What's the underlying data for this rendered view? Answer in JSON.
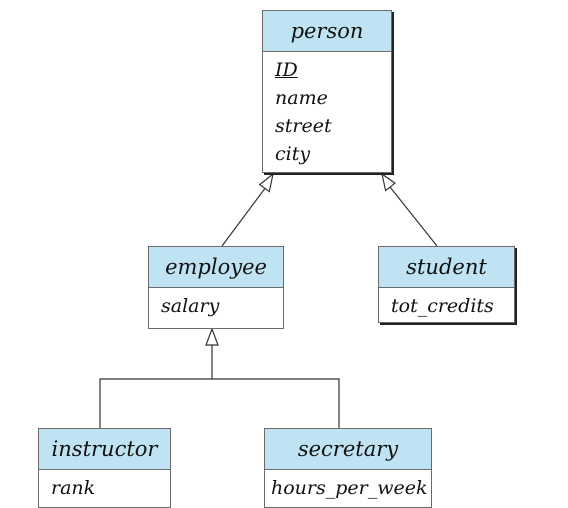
{
  "entities": {
    "person": {
      "name": "person",
      "attributes": [
        "ID",
        "name",
        "street",
        "city"
      ],
      "primary_key": "ID"
    },
    "employee": {
      "name": "employee",
      "attributes": [
        "salary"
      ]
    },
    "student": {
      "name": "student",
      "attributes": [
        "tot_credits"
      ]
    },
    "instructor": {
      "name": "instructor",
      "attributes": [
        "rank"
      ]
    },
    "secretary": {
      "name": "secretary",
      "attributes": [
        "hours_per_week"
      ]
    }
  },
  "relationships": [
    {
      "type": "generalization",
      "child": "employee",
      "parent": "person"
    },
    {
      "type": "generalization",
      "child": "student",
      "parent": "person"
    },
    {
      "type": "generalization",
      "child": "instructor",
      "parent": "employee"
    },
    {
      "type": "generalization",
      "child": "secretary",
      "parent": "employee"
    }
  ],
  "colors": {
    "header_fill": "#bfe3f3",
    "border": "#6a6a6a",
    "line": "#333333"
  }
}
